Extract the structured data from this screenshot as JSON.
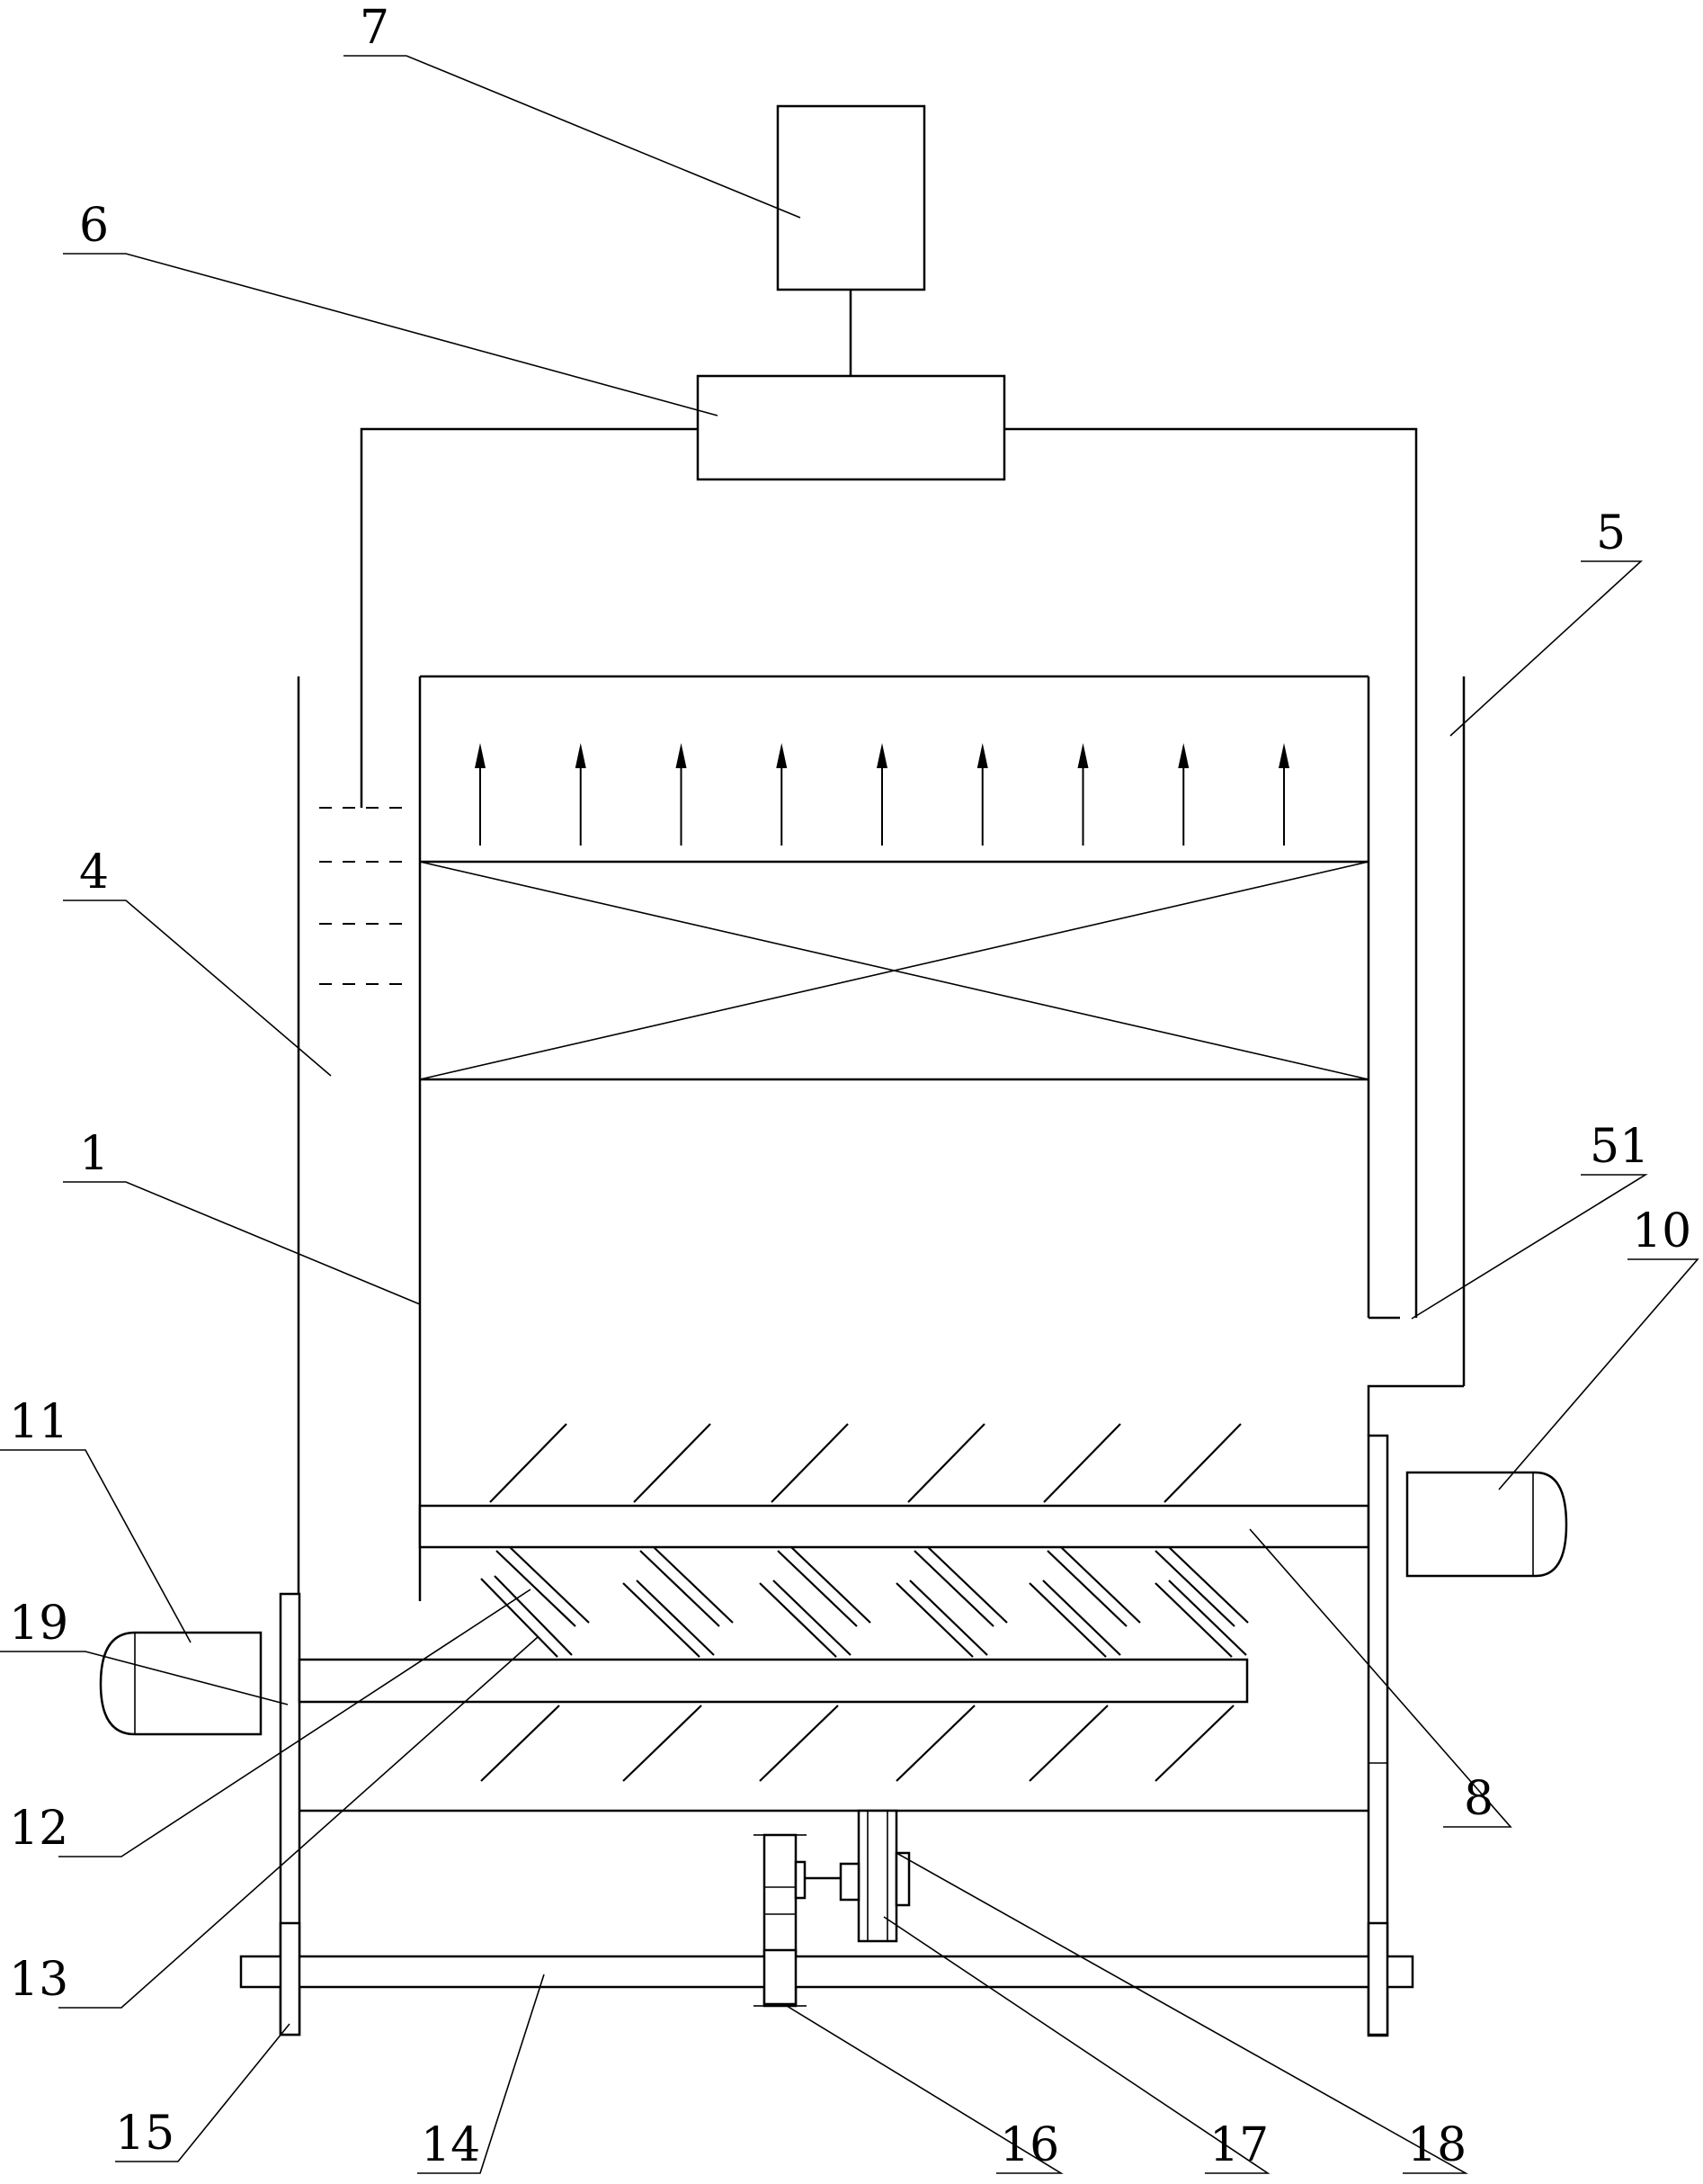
{
  "figure": {
    "labels": {
      "l1": "1",
      "l4": "4",
      "l5": "5",
      "l51": "51",
      "l6": "6",
      "l7": "7",
      "l8": "8",
      "l10": "10",
      "l11": "11",
      "l12": "12",
      "l13": "13",
      "l14": "14",
      "l15": "15",
      "l16": "16",
      "l17": "17",
      "l18": "18",
      "l19": "19"
    },
    "upward_arrow_count": 9
  }
}
